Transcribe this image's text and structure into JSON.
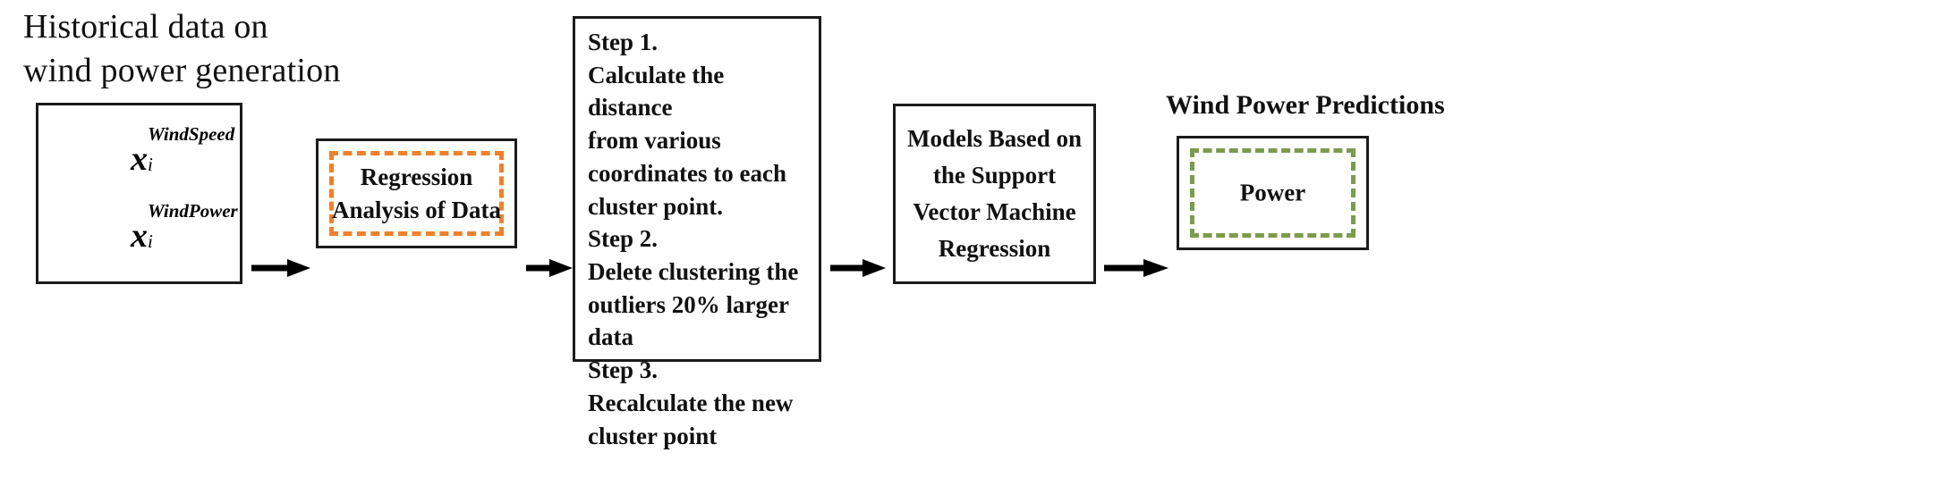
{
  "diagram": {
    "title_caption": "Historical data on\nwind power generation",
    "output_caption": "Wind Power Predictions",
    "accent_orange": "#F0802A",
    "accent_green": "#7D9B4E",
    "box_border_color": "#1b1b1b",
    "nodes": [
      {
        "id": "historical-data",
        "kind": "variables",
        "variables": [
          {
            "base": "x",
            "subscript": "i",
            "superscript": "WindSpeed"
          },
          {
            "base": "x",
            "subscript": "i",
            "superscript": "WindPower"
          }
        ]
      },
      {
        "id": "regression-analysis",
        "kind": "dashed-orange",
        "text": "Regression\nAnalysis of Data"
      },
      {
        "id": "clustering-steps",
        "kind": "steps",
        "text": "Step 1.\nCalculate the distance\nfrom various\ncoordinates to each\ncluster point.\nStep 2.\nDelete clustering the\noutliers 20% larger\ndata\nStep 3.\nRecalculate the new\ncluster point",
        "steps": [
          {
            "label": "Step 1.",
            "body": "Calculate the distance from various coordinates to each cluster point."
          },
          {
            "label": "Step 2.",
            "body": "Delete clustering the outliers 20% larger data"
          },
          {
            "label": "Step 3.",
            "body": "Recalculate the new cluster point"
          }
        ]
      },
      {
        "id": "svm-model",
        "kind": "plain",
        "text": "Models Based on\nthe Support\nVector Machine\nRegression"
      },
      {
        "id": "wind-power-output",
        "kind": "dashed-green",
        "text": "Power"
      }
    ],
    "arrows": [
      {
        "from": "historical-data",
        "to": "regression-analysis"
      },
      {
        "from": "regression-analysis",
        "to": "clustering-steps"
      },
      {
        "from": "clustering-steps",
        "to": "svm-model"
      },
      {
        "from": "svm-model",
        "to": "wind-power-output"
      }
    ]
  }
}
